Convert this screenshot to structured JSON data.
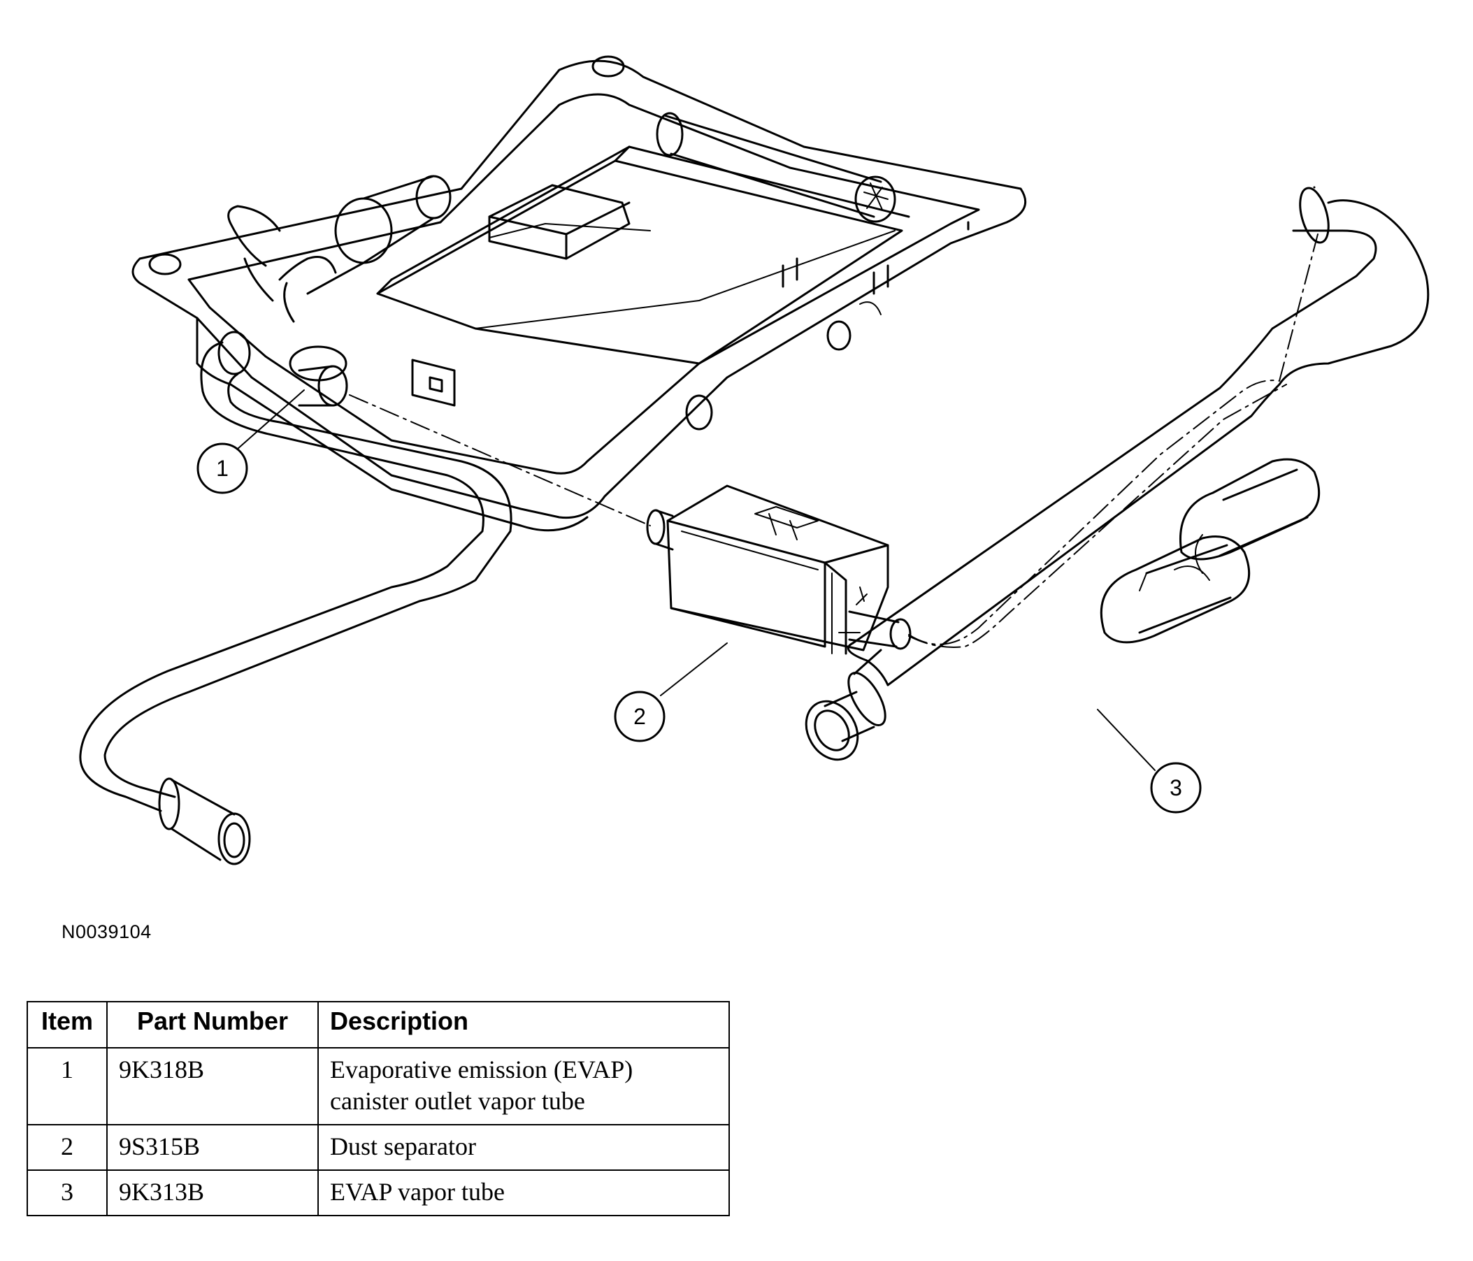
{
  "figure": {
    "id": "N0039104",
    "callouts": [
      "1",
      "2",
      "3"
    ]
  },
  "table": {
    "headers": {
      "item": "Item",
      "part_number": "Part Number",
      "description": "Description"
    },
    "rows": [
      {
        "item": "1",
        "part_number": "9K318B",
        "description_line1": "Evaporative emission (EVAP)",
        "description_line2": "canister outlet vapor tube"
      },
      {
        "item": "2",
        "part_number": "9S315B",
        "description_line1": "Dust separator",
        "description_line2": ""
      },
      {
        "item": "3",
        "part_number": "9K313B",
        "description_line1": "EVAP vapor tube",
        "description_line2": ""
      }
    ]
  }
}
